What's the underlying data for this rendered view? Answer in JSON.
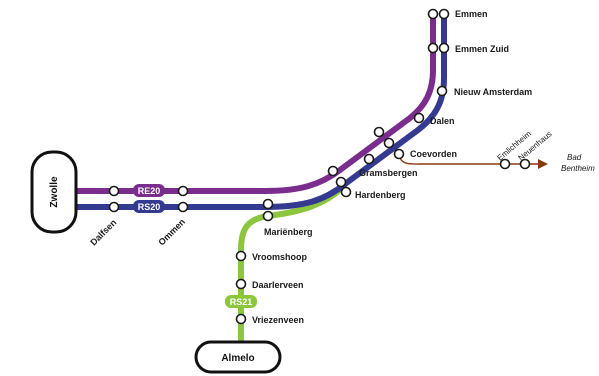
{
  "colors": {
    "re20": "#7b2d8e",
    "rs20": "#333a8f",
    "rs21": "#8cc63f",
    "extension": "#8b3a0e",
    "stop_stroke": "#1a1a1a"
  },
  "terminals": {
    "west": "Zwolle",
    "south": "Almelo"
  },
  "lines": {
    "re20": "RE20",
    "rs20": "RS20",
    "rs21": "RS21"
  },
  "stations": {
    "emmen": "Emmen",
    "emmen_zuid": "Emmen Zuid",
    "nieuw_amsterdam": "Nieuw Amsterdam",
    "dalen": "Dalen",
    "coevorden": "Coevorden",
    "gramsbergen": "Gramsbergen",
    "hardenberg": "Hardenberg",
    "marienberg": "Mariënberg",
    "vroomshoop": "Vroomshoop",
    "daarlerveen": "Daarlerveen",
    "vriezenveen": "Vriezenveen",
    "dalfsen": "Dalfsen",
    "ommen": "Ommen",
    "emlichheim": "Emlichheim",
    "neuenhaus": "Neuenhaus",
    "bad_bentheim_1": "Bad",
    "bad_bentheim_2": "Bentheim"
  }
}
